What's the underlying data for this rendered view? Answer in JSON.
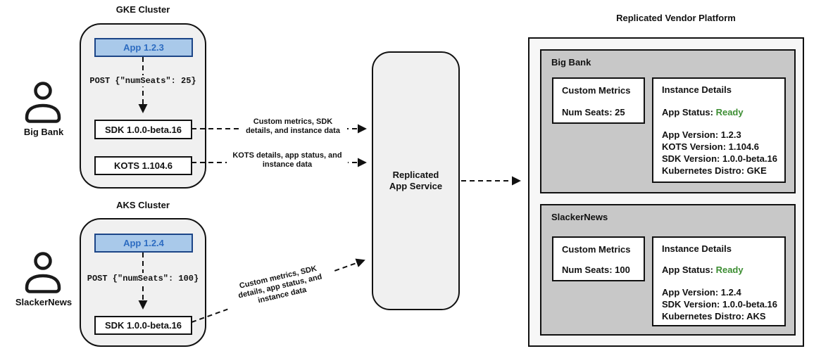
{
  "colors": {
    "app_fill": "#a9c9ea",
    "app_border": "#1c4587",
    "app_text": "#2d6cc1",
    "ready_green": "#3d8e33",
    "cluster_gray": "#f0f0f0",
    "panel_gray": "#c8c8c8",
    "line_black": "#111111"
  },
  "clusters": {
    "gke": {
      "title": "GKE Cluster",
      "customer": "Big Bank",
      "app_label": "App 1.2.3",
      "post_label": "POST {\"numSeats\": 25}",
      "sdk_label": "SDK 1.0.0-beta.16",
      "kots_label": "KOTS 1.104.6"
    },
    "aks": {
      "title": "AKS Cluster",
      "customer": "SlackerNews",
      "app_label": "App 1.2.4",
      "post_label": "POST {\"numSeats\": 100}",
      "sdk_label": "SDK 1.0.0-beta.16"
    }
  },
  "arrows": {
    "sdk_to_service": {
      "lines": [
        "Custom metrics, SDK",
        "details, and instance data"
      ]
    },
    "kots_to_service": {
      "lines": [
        "KOTS details, app status, and",
        "instance data"
      ]
    },
    "sn_sdk_to_service": {
      "lines": [
        "Custom metrics, SDK",
        "details, app status, and",
        "instance data"
      ]
    }
  },
  "service": {
    "lines": [
      "Replicated",
      "App Service"
    ]
  },
  "platform": {
    "title": "Replicated Vendor Platform",
    "customers": [
      {
        "name": "Big Bank",
        "custom_metrics_title": "Custom Metrics",
        "metric": "Num Seats: 25",
        "instance_details_title": "Instance Details",
        "app_status_label": "App Status:",
        "app_status_value": "Ready",
        "details": [
          "App Version: 1.2.3",
          "KOTS Version: 1.104.6",
          "SDK Version: 1.0.0-beta.16",
          "Kubernetes Distro: GKE"
        ]
      },
      {
        "name": "SlackerNews",
        "custom_metrics_title": "Custom Metrics",
        "metric": "Num Seats: 100",
        "instance_details_title": "Instance Details",
        "app_status_label": "App Status:",
        "app_status_value": "Ready",
        "details": [
          "App Version: 1.2.4",
          "SDK Version: 1.0.0-beta.16",
          "Kubernetes Distro: AKS"
        ]
      }
    ]
  }
}
